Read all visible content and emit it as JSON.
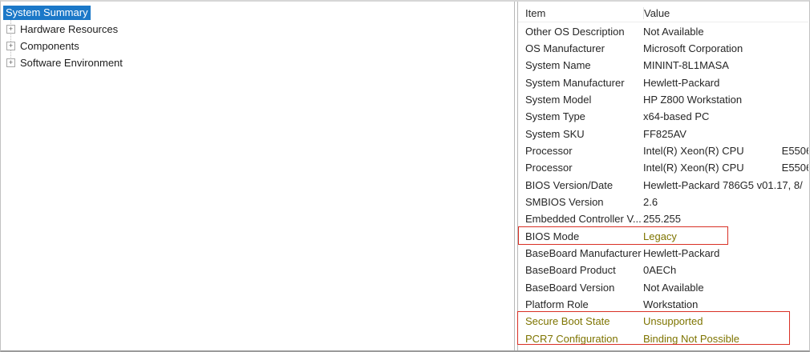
{
  "tree": {
    "items": [
      {
        "label": "System Summary",
        "selected": true,
        "has_expander": false
      },
      {
        "label": "Hardware Resources",
        "selected": false,
        "has_expander": true
      },
      {
        "label": "Components",
        "selected": false,
        "has_expander": true
      },
      {
        "label": "Software Environment",
        "selected": false,
        "has_expander": true
      }
    ],
    "expander_glyph": "+"
  },
  "details": {
    "columns": [
      "Item",
      "Value"
    ],
    "rows": [
      {
        "item": "Other OS Description",
        "value": "Not Available"
      },
      {
        "item": "OS Manufacturer",
        "value": "Microsoft Corporation"
      },
      {
        "item": "System Name",
        "value": "MININT-8L1MASA"
      },
      {
        "item": "System Manufacturer",
        "value": "Hewlett-Packard"
      },
      {
        "item": "System Model",
        "value": "HP Z800 Workstation"
      },
      {
        "item": "System Type",
        "value": "x64-based PC"
      },
      {
        "item": "System SKU",
        "value": "FF825AV"
      },
      {
        "item": "Processor",
        "value": "Intel(R) Xeon(R) CPU             E5506"
      },
      {
        "item": "Processor",
        "value": "Intel(R) Xeon(R) CPU             E5506"
      },
      {
        "item": "BIOS Version/Date",
        "value": "Hewlett-Packard 786G5 v01.17, 8/"
      },
      {
        "item": "SMBIOS Version",
        "value": "2.6"
      },
      {
        "item": "Embedded Controller V...",
        "value": "255.255"
      },
      {
        "item": "BIOS Mode",
        "value": "Legacy",
        "item_highlighted": false,
        "value_highlighted": true,
        "boxed": true
      },
      {
        "item": "BaseBoard Manufacturer",
        "value": "Hewlett-Packard"
      },
      {
        "item": "BaseBoard Product",
        "value": "0AECh"
      },
      {
        "item": "BaseBoard Version",
        "value": "Not Available"
      },
      {
        "item": "Platform Role",
        "value": "Workstation"
      },
      {
        "item": "Secure Boot State",
        "value": "Unsupported",
        "item_highlighted": true,
        "value_highlighted": true,
        "boxed": true
      },
      {
        "item": "PCR7 Configuration",
        "value": "Binding Not Possible",
        "item_highlighted": true,
        "value_highlighted": true,
        "boxed": true
      }
    ]
  },
  "annotations": {
    "box_color": "#d93025",
    "highlight_text_color": "#7e7400"
  },
  "colors": {
    "selection_bg": "#1b78c8",
    "selection_text": "#ffffff"
  }
}
